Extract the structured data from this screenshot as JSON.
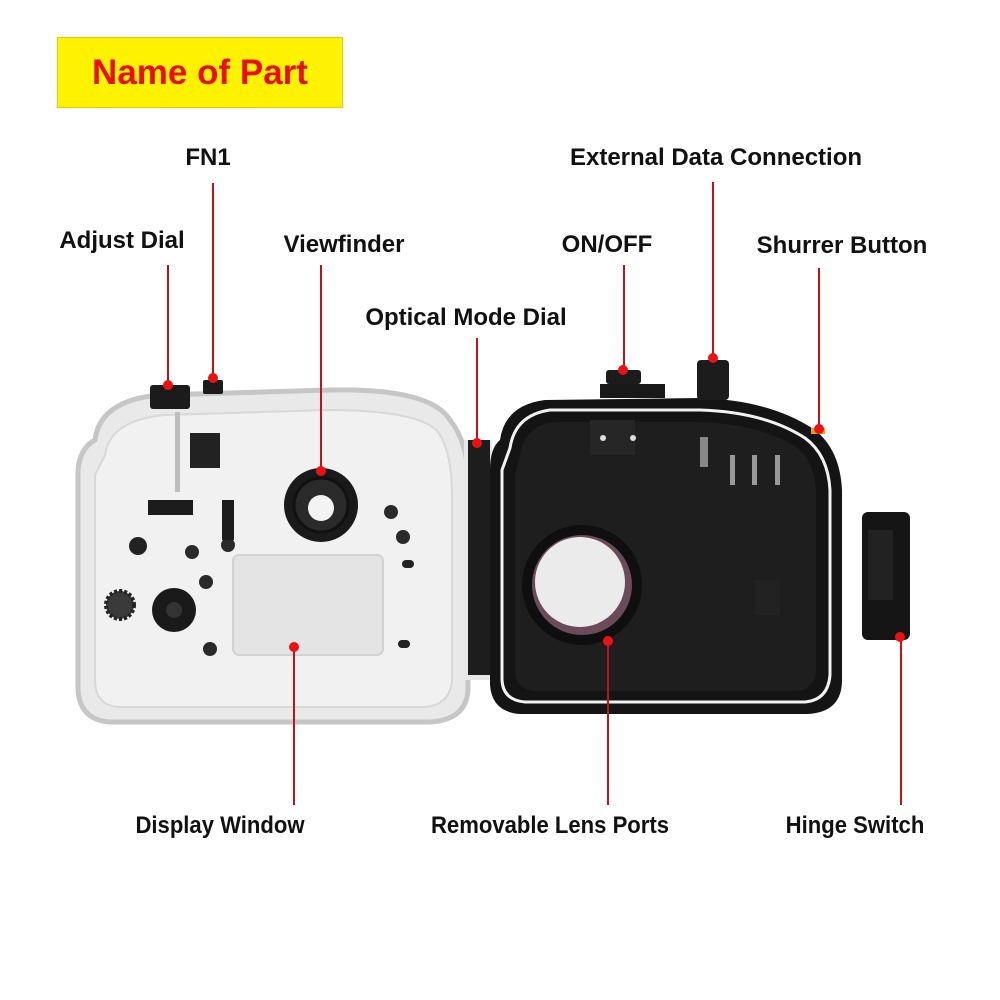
{
  "banner": {
    "title": "Name of Part",
    "background": "#fff200",
    "text_color": "#e8100c"
  },
  "product": {
    "description": "Underwater camera housing shown open: clear polycarbonate back door (left) and black main body with lens port (right)"
  },
  "accent_color": "#c0121a",
  "labels": {
    "fn1": "FN1",
    "adjust_dial": "Adjust Dial",
    "viewfinder": "Viewfinder",
    "optical_mode_dial": "Optical Mode Dial",
    "on_off": "ON/OFF",
    "external_data_connection": "External Data Connection",
    "shutter_button": "Shurrer Button",
    "display_window": "Display Window",
    "removable_lens_ports": "Removable Lens Ports",
    "hinge_switch": "Hinge Switch"
  }
}
